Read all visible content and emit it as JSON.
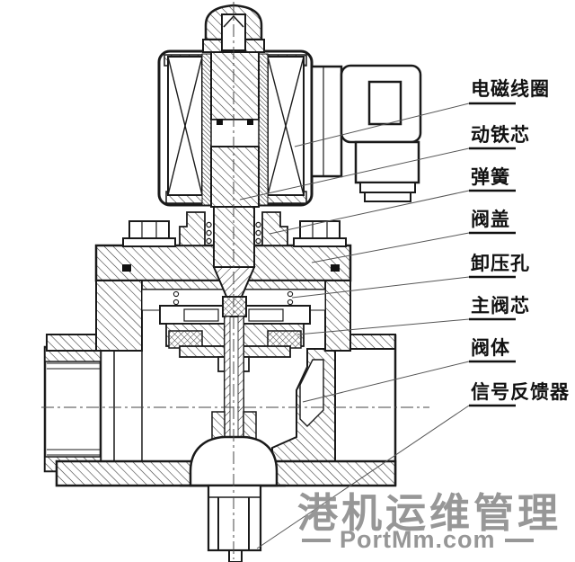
{
  "diagram": {
    "kind": "solenoid-valve-cross-section",
    "part_labels": [
      {
        "id": "solenoid-coil",
        "text": "电磁线圈"
      },
      {
        "id": "moving-iron-core",
        "text": "动铁芯"
      },
      {
        "id": "spring",
        "text": "弹簧"
      },
      {
        "id": "valve-cover",
        "text": "阀盖"
      },
      {
        "id": "pressure-relief-hole",
        "text": "卸压孔"
      },
      {
        "id": "main-valve-core",
        "text": "主阀芯"
      },
      {
        "id": "valve-body",
        "text": "阀体"
      },
      {
        "id": "signal-feedback-device",
        "text": "信号反馈器"
      }
    ]
  },
  "watermark": {
    "brand": "港机运维管理",
    "site": "PortMm.com"
  },
  "colors": {
    "line": "#1a1a1a",
    "leader": "#555555",
    "watermark_gray": "#8f8f8f",
    "background": "#ffffff"
  }
}
